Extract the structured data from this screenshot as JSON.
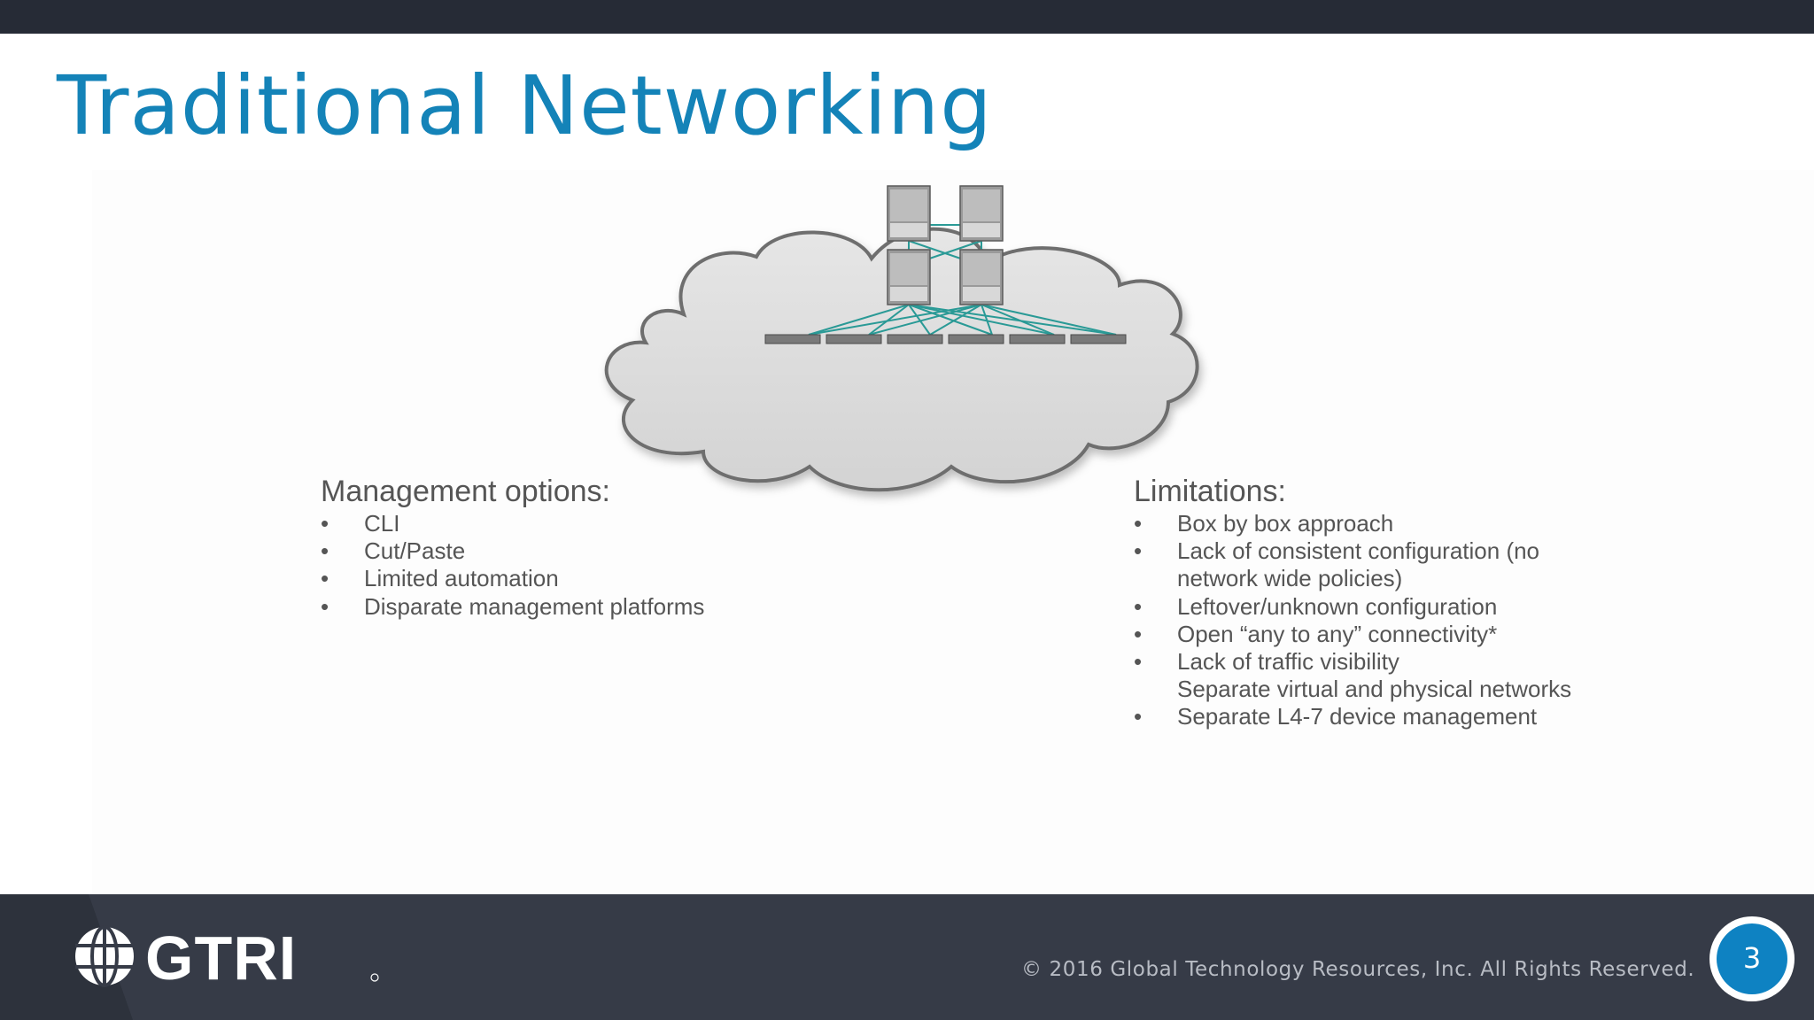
{
  "slide": {
    "title": "Traditional Networking",
    "page_number": "3"
  },
  "diagram": {
    "icon": "network-cloud-icon"
  },
  "management": {
    "heading": "Management options:",
    "items": [
      "CLI",
      "Cut/Paste",
      "Limited automation",
      "Disparate management platforms"
    ]
  },
  "limitations": {
    "heading": "Limitations:",
    "items": [
      {
        "bullet": "•",
        "lines": [
          "Box by box approach"
        ]
      },
      {
        "bullet": "•",
        "lines": [
          "Lack of consistent configuration (no",
          "network wide policies)"
        ]
      },
      {
        "bullet": "•",
        "lines": [
          "Leftover/unknown configuration"
        ]
      },
      {
        "bullet": "•",
        "lines": [
          "Open “any to any” connectivity*"
        ]
      },
      {
        "bullet": "•",
        "lines": [
          "Lack of traffic visibility",
          "Separate virtual and physical networks"
        ]
      },
      {
        "bullet": "•",
        "lines": [
          "Separate L4-7 device management"
        ]
      }
    ]
  },
  "footer": {
    "logo_text": "GTRI",
    "copyright": "© 2016 Global Technology Resources, Inc. All Rights Reserved."
  },
  "colors": {
    "title": "#1483b8",
    "header_bar": "#262b36",
    "footer_bar": "#363b47",
    "page_badge": "#0e82c2",
    "link_lines": "#2a9a96"
  }
}
